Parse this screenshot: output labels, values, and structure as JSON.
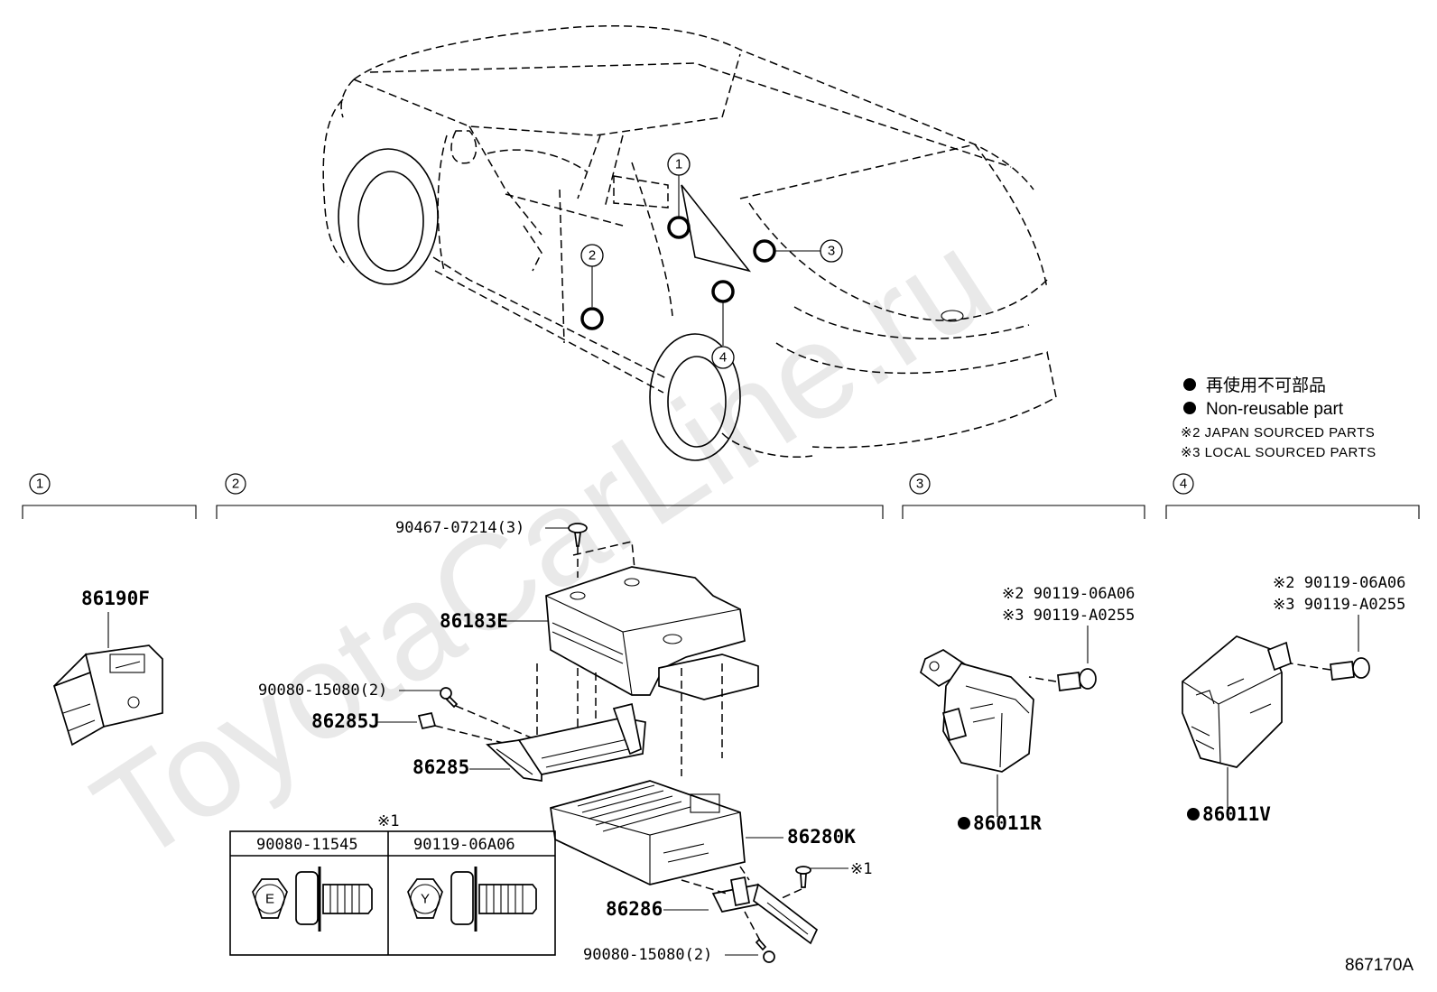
{
  "watermark": "ToyotaCarLine.ru",
  "callouts": {
    "c1": "1",
    "c2": "2",
    "c3": "3",
    "c4": "4"
  },
  "legend": {
    "line1_jp": "再使用不可部品",
    "line2_en": "Non-reusable part",
    "line3": "※2 JAPAN SOURCED PARTS",
    "line4": "※3 LOCAL SOURCED PARTS"
  },
  "sections": {
    "s1": {
      "num": "1",
      "part": "86190F"
    },
    "s2": {
      "num": "2",
      "parts": {
        "bolt_top": "90467-07214(3)",
        "computer": "86183E",
        "bolt_left": "90080-15080(2)",
        "clip": "86285J",
        "bracket_a": "86285",
        "module": "86280K",
        "bracket_b": "86286",
        "bolt_bottom": "90080-15080(2)",
        "screw_note": "※1"
      },
      "table": {
        "note": "※1",
        "col1_header": "90080-11545",
        "col2_header": "90119-06A06",
        "col1_mark": "E",
        "col2_mark": "Y"
      }
    },
    "s3": {
      "num": "3",
      "bolt_line1": "※2 90119-06A06",
      "bolt_line2": "※3 90119-A0255",
      "part": "86011R"
    },
    "s4": {
      "num": "4",
      "bolt_line1": "※2 90119-06A06",
      "bolt_line2": "※3 90119-A0255",
      "part": "86011V"
    }
  },
  "figure_id": "867170A"
}
